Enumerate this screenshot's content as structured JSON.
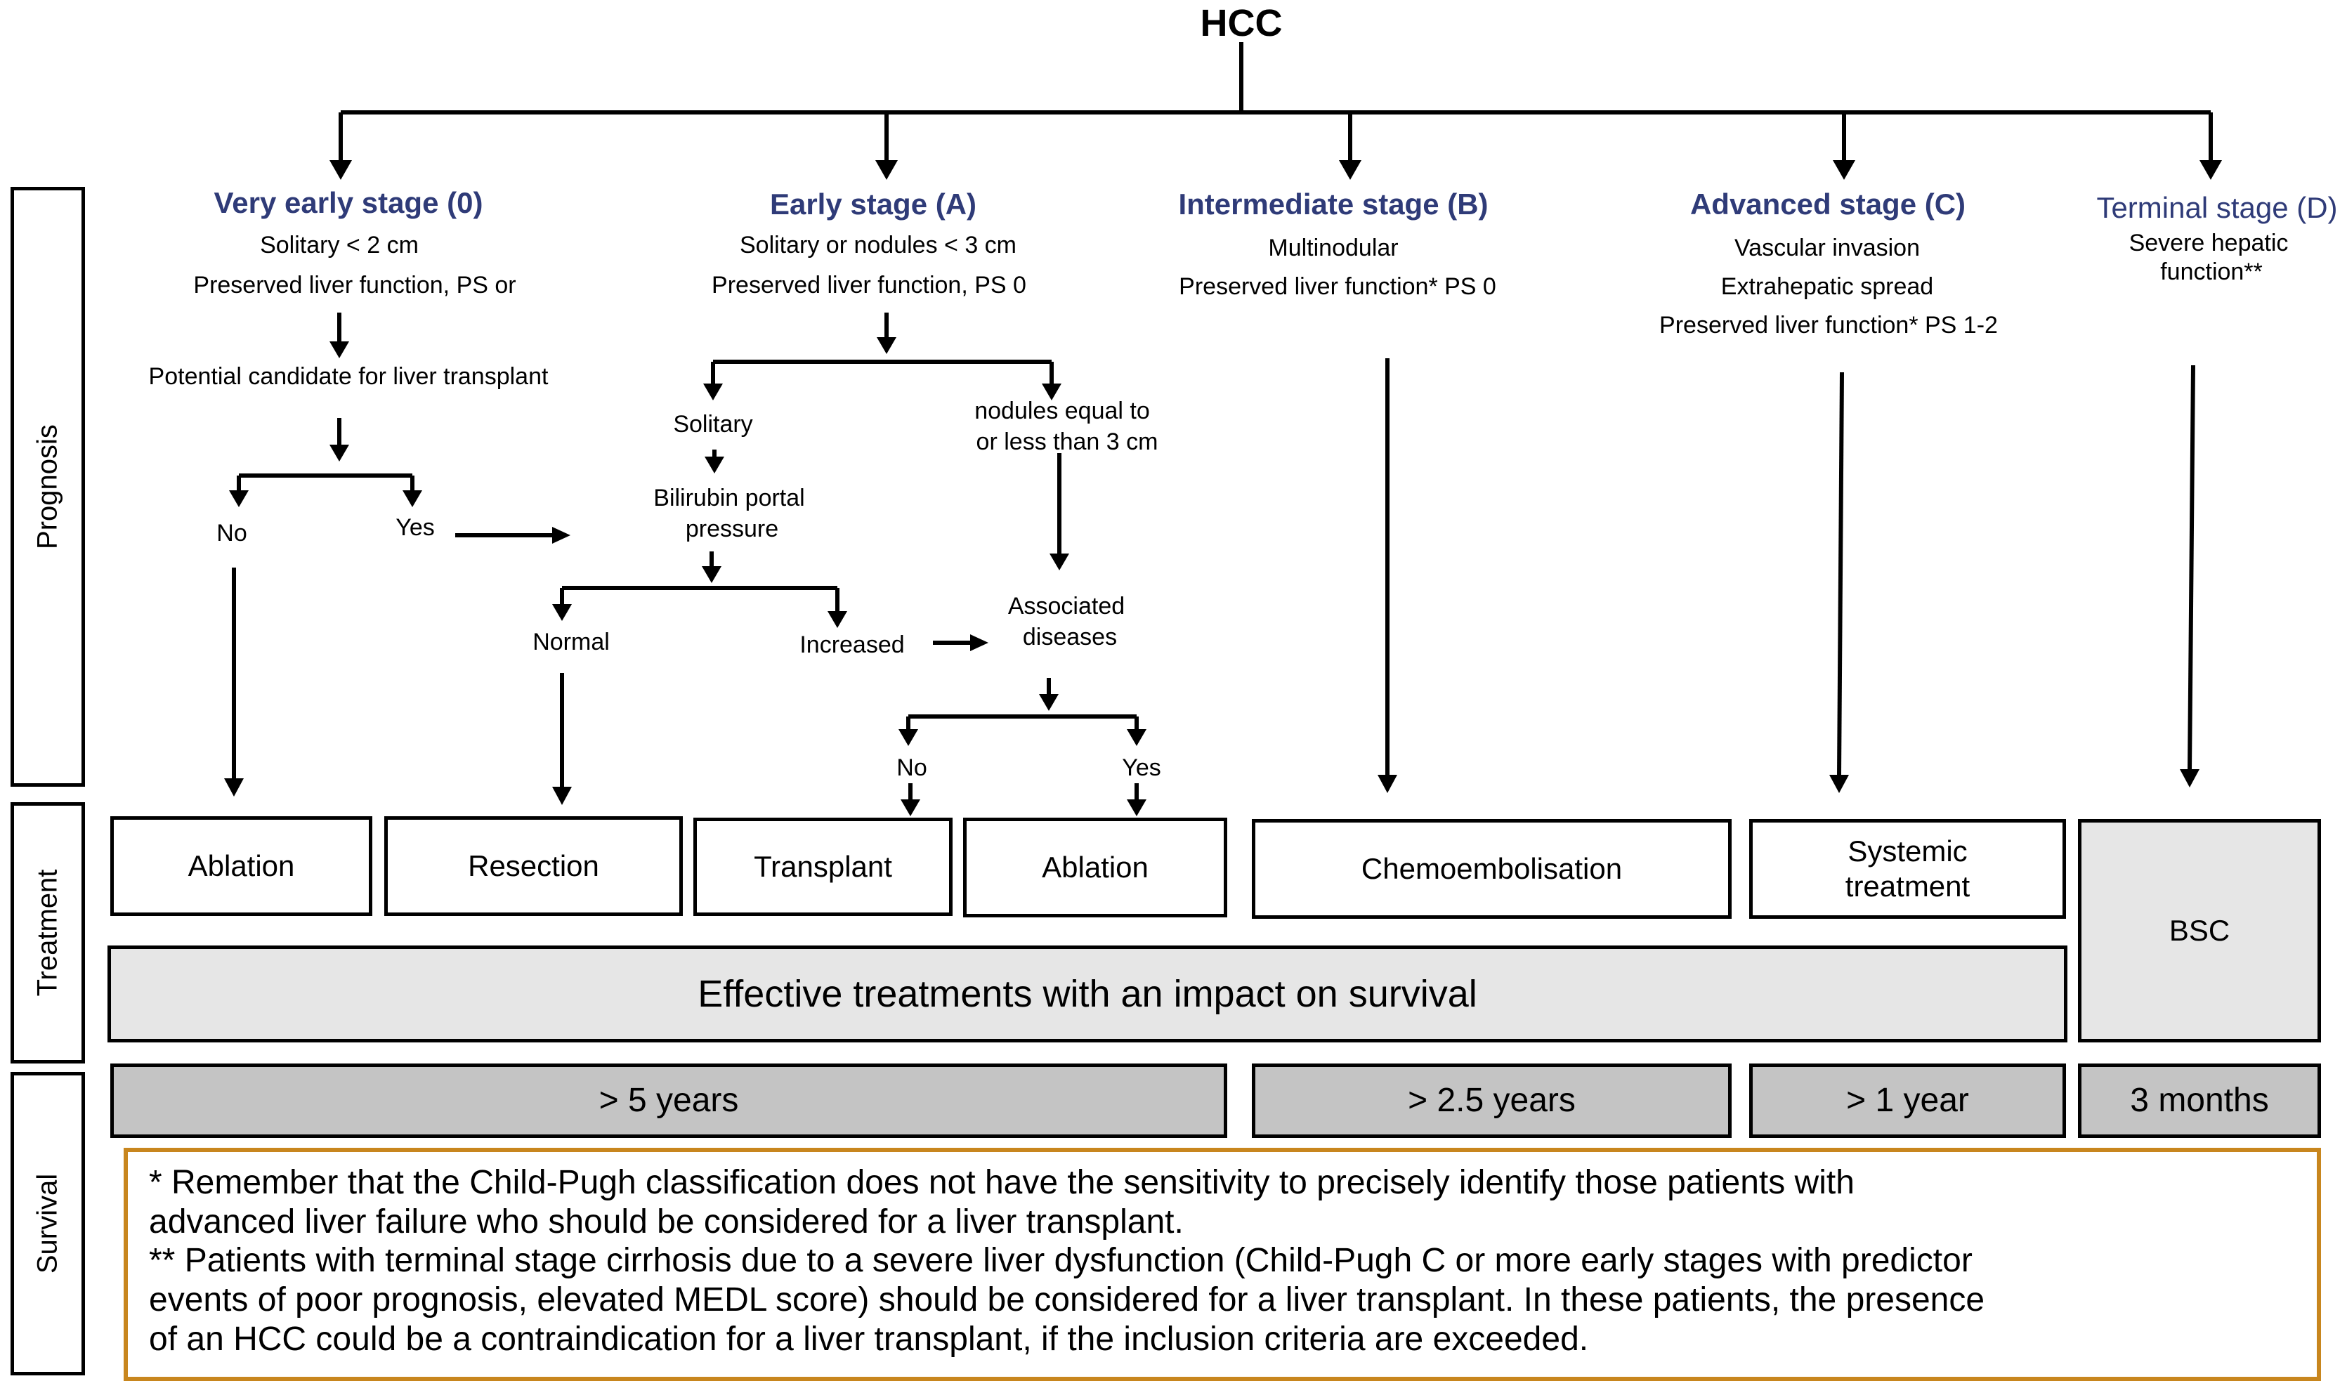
{
  "title": "HCC",
  "side_labels": {
    "prognosis": "Prognosis",
    "treatment": "Treatment",
    "survival": "Survival"
  },
  "stages": {
    "very_early": {
      "title": "Very early stage (0)",
      "lines": [
        "Solitary < 2 cm",
        "Preserved liver function, PS or"
      ],
      "candidate": "Potential candidate for liver transplant",
      "no": "No",
      "yes": "Yes"
    },
    "early": {
      "title": "Early stage (A)",
      "lines": [
        "Solitary or nodules < 3 cm",
        "Preserved liver function, PS 0"
      ],
      "solitary": "Solitary",
      "bilirubin": [
        "Bilirubin portal",
        "pressure"
      ],
      "nodules": [
        "nodules equal to",
        "or less than 3 cm"
      ],
      "normal": "Normal",
      "increased": "Increased",
      "associated": [
        "Associated",
        "diseases"
      ],
      "no": "No",
      "yes": "Yes"
    },
    "intermediate": {
      "title": "Intermediate stage (B)",
      "lines": [
        "Multinodular",
        "Preserved liver function* PS 0"
      ]
    },
    "advanced": {
      "title": "Advanced stage (C)",
      "lines": [
        "Vascular invasion",
        "Extrahepatic spread",
        "Preserved liver function* PS 1-2"
      ]
    },
    "terminal": {
      "title": "Terminal stage (D)",
      "lines": [
        "Severe hepatic",
        "function**"
      ]
    }
  },
  "treatments": {
    "ablation_1": "Ablation",
    "resection": "Resection",
    "transplant": "Transplant",
    "ablation_2": "Ablation",
    "chemoembolisation": "Chemoembolisation",
    "systemic": [
      "Systemic",
      "treatment"
    ],
    "bsc": "BSC",
    "effective": "Effective treatments with an impact on survival"
  },
  "survival": [
    "> 5 years",
    "> 2.5 years",
    "> 1 year",
    "3 months"
  ],
  "notes": [
    "* Remember that the Child-Pugh classification does not have the sensitivity to precisely identify those patients with",
    " advanced liver failure who should be considered for a liver transplant.",
    "** Patients with terminal stage cirrhosis due to a severe liver dysfunction (Child-Pugh C or more early stages with predictor",
    " events of poor prognosis, elevated MEDL score) should be considered for a liver transplant. In these patients, the presence",
    " of an HCC could be a contraindication for a liver transplant, if the inclusion criteria are exceeded."
  ],
  "colors": {
    "stage_title": "#2f3b78",
    "note_border": "#c8861e",
    "light_box": "#e6e6e6",
    "dark_box": "#c4c4c4"
  }
}
